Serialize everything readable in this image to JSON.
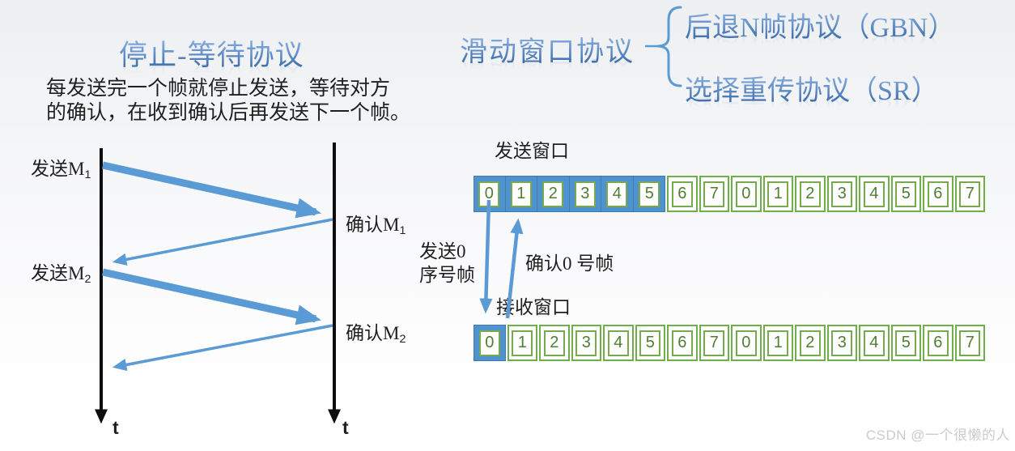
{
  "left": {
    "title": "停止-等待协议",
    "desc_line1": "每发送完一个帧就停止发送，等待对方",
    "desc_line2": "的确认，在收到确认后再发送下一个帧。",
    "timeline": {
      "send_labels": [
        {
          "text": "发送M",
          "sub": "1"
        },
        {
          "text": "发送M",
          "sub": "2"
        }
      ],
      "ack_labels": [
        {
          "text": "确认M",
          "sub": "1"
        },
        {
          "text": "确认M",
          "sub": "2"
        }
      ],
      "axis_label": "t"
    }
  },
  "right": {
    "title": "滑动窗口协议",
    "branches": [
      "后退N帧协议（GBN）",
      "选择重传协议（SR）"
    ],
    "send_window": {
      "label": "发送窗口",
      "cells": [
        "0",
        "1",
        "2",
        "3",
        "4",
        "5",
        "6",
        "7",
        "0",
        "1",
        "2",
        "3",
        "4",
        "5",
        "6",
        "7"
      ],
      "window_start": 0,
      "window_size": 6
    },
    "receive_window": {
      "label": "接收窗口",
      "cells": [
        "0",
        "1",
        "2",
        "3",
        "4",
        "5",
        "6",
        "7",
        "0",
        "1",
        "2",
        "3",
        "4",
        "5",
        "6",
        "7"
      ],
      "window_start": 0,
      "window_size": 1
    },
    "annotations": {
      "send_frame_line1": "发送0",
      "send_frame_line2": "序号帧",
      "ack_frame": "确认0 号帧"
    }
  },
  "watermark": "CSDN @一个很懒的人",
  "colors": {
    "accent_blue": "#5b9bd5",
    "window_band_blue": "#4f93ce",
    "box_border_green": "#6fae49",
    "digit_green": "#4f7d33",
    "title_gradient_top": "#9dbde7",
    "title_gradient_bottom": "#2d5e9e",
    "timeline_black": "#0d0d0d",
    "watermark_gray": "#cbcbcd"
  }
}
